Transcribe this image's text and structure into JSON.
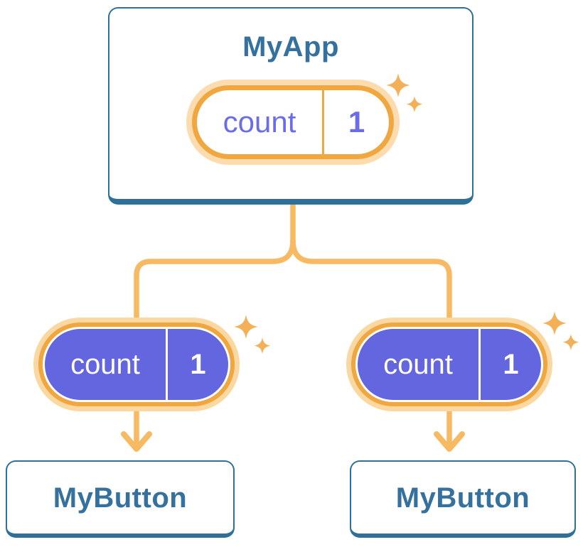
{
  "diagram": {
    "root": {
      "title": "MyApp",
      "state": {
        "name": "count",
        "value": "1"
      }
    },
    "children": [
      {
        "title": "MyButton",
        "prop": {
          "name": "count",
          "value": "1"
        }
      },
      {
        "title": "MyButton",
        "prop": {
          "name": "count",
          "value": "1"
        }
      }
    ]
  },
  "icons": {
    "sparkle": "sparkle-icon",
    "arrow": "arrow-down-icon"
  },
  "colors": {
    "card_border": "#2f7098",
    "title_text": "#35719f",
    "connector_line": "#f7ba62",
    "pill_ring": "#f0a73f",
    "pill_halo": "#fbd8a2",
    "state_value_fill": "#6366de",
    "state_text_purple": "#6b6cea",
    "value_text_on_fill": "#ffffff",
    "sparkle": "#f4b056"
  }
}
